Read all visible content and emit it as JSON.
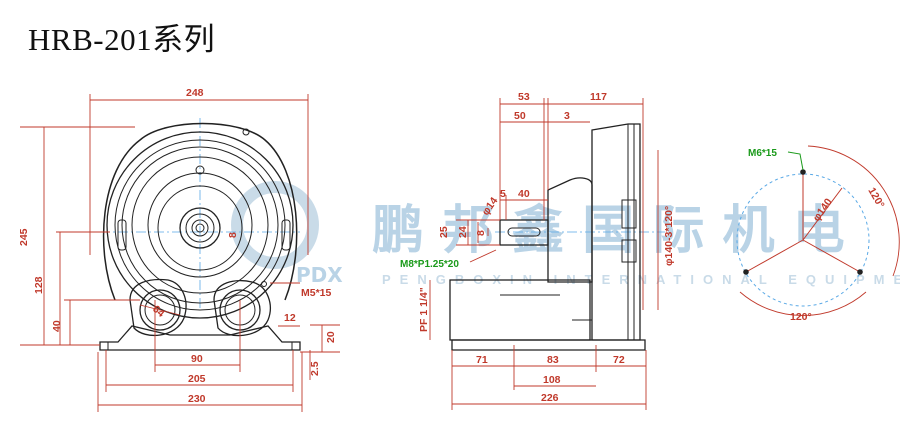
{
  "title": "HRB-201系列",
  "watermark": {
    "logo": "PDX",
    "cn": "鹏 邦 鑫 国 际 机 电",
    "en": "PENGBOXIN INTERNATIONAL EQUIPMENT"
  },
  "front_view": {
    "overall_width": "248",
    "overall_height": "245",
    "center_height": "128",
    "base_height": "40",
    "outlet_dia": "64",
    "shaft_size": "8",
    "mount_screw": "M5*15",
    "foot_thickness": "12",
    "foot_height": "20",
    "plate": "2.5",
    "hole_spacing": "90",
    "base_hole_span": "205",
    "base_width": "230"
  },
  "side_view": {
    "dim_53": "53",
    "dim_117": "117",
    "dim_50": "50",
    "dim_3": "3",
    "dim_5": "5",
    "dim_40": "40",
    "dim_25": "25",
    "dim_24": "24",
    "dim_8": "8",
    "shaft_dia": "φ14",
    "thread": "M8*P1.25*20",
    "pcd": "φ140-3*120°",
    "pipe": "PF 1 1/4\"",
    "bottom_71": "71",
    "bottom_83": "83",
    "bottom_72": "72",
    "bottom_108": "108",
    "bottom_226": "226"
  },
  "flange_view": {
    "screw": "M6*15",
    "pcd": "φ140",
    "angle_top": "120°",
    "angle_bottom": "120°"
  },
  "colors": {
    "dimension": "#c0392b",
    "callout": "#1a9a1a",
    "line": "#222222",
    "watermark": "#b9d3e6",
    "center": "#5aa9e6"
  }
}
